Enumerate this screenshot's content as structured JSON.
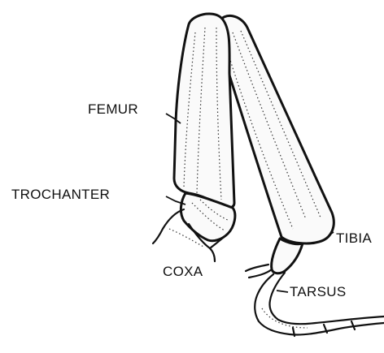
{
  "labels": {
    "femur": "FEMUR",
    "trochanter": "TROCHANTER",
    "coxa": "COXA",
    "tibia": "TIBIA",
    "tarsus": "TARSUS"
  }
}
